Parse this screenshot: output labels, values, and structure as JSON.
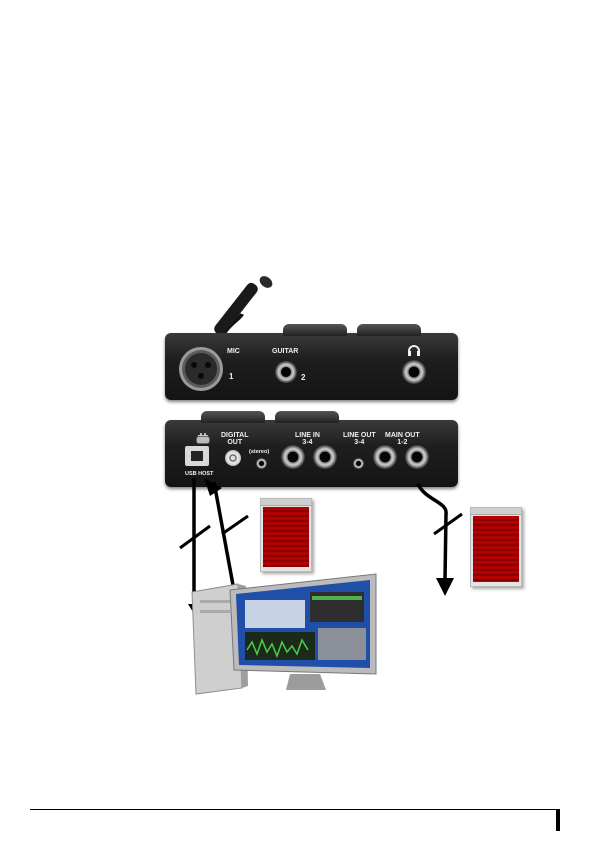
{
  "front_panel": {
    "mic_label": "MIC",
    "mic_number": "1",
    "guitar_label": "GUITAR",
    "guitar_number": "2",
    "headphone_icon": "headphones-icon"
  },
  "back_panel": {
    "usb_label": "USB HOST",
    "power_icon": "power-plug-icon",
    "digital_out_label_1": "DIGITAL",
    "digital_out_label_2": "OUT",
    "stereo_label": "(stereo)",
    "line_in_label_1": "LINE IN",
    "line_in_label_2": "3-4",
    "line_out_label_1": "LINE OUT",
    "line_out_label_2": "3-4",
    "main_out_label_1": "MAIN OUT",
    "main_out_label_2": "1-2"
  },
  "colors": {
    "panel": "#1e1e1e",
    "mixer_red": "#b30000",
    "screen_blue": "#1f4fa8"
  }
}
